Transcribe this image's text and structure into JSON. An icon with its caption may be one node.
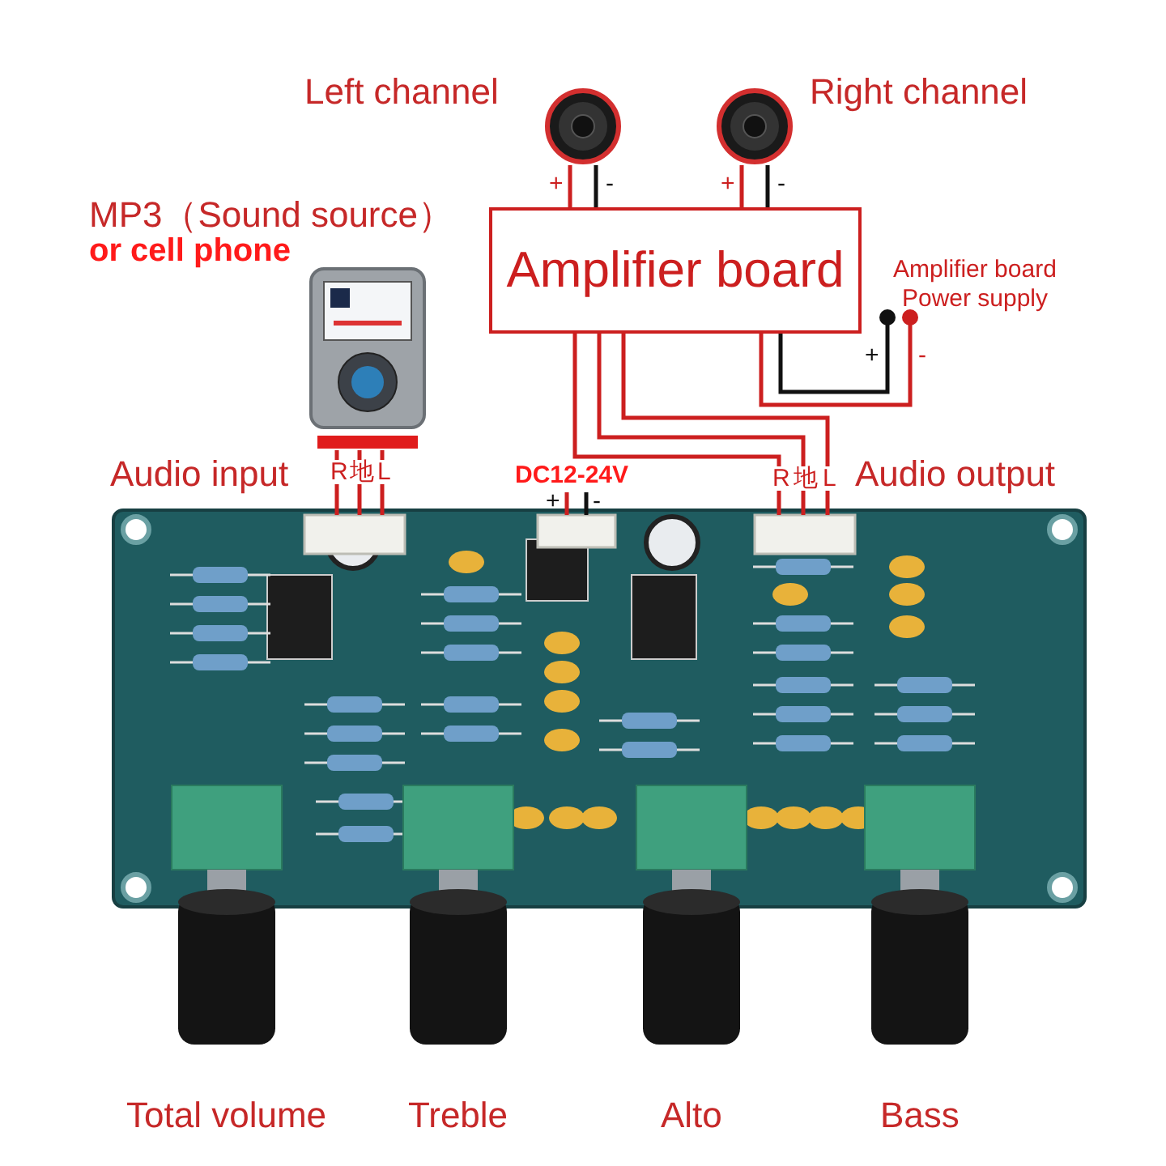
{
  "diagram": {
    "nodes": [
      {
        "text": [],
        "shape": "picture",
        "beside": [
          "Left channel"
        ]
      },
      {
        "text": [],
        "shape": "picture",
        "beside": [
          "Right channel"
        ]
      },
      {
        "text": [
          "Amplifier board"
        ]
      },
      {
        "text": [
          "Amplifier board Power supply"
        ]
      },
      {
        "text": [],
        "shape": "picture",
        "beside": [
          "MP3（Sound source）",
          "or cell phone"
        ]
      },
      {
        "text": [],
        "shape": "picture"
      },
      {
        "text": [],
        "shape": "box",
        "beside": [
          "Audio input"
        ],
        "in": 5
      },
      {
        "text": [],
        "shape": "box",
        "beside": [
          "DC12-24V",
          "+",
          "-"
        ],
        "in": 5
      },
      {
        "text": [],
        "shape": "box",
        "beside": [
          "Audio output"
        ],
        "in": 5
      }
    ],
    "edges": [
      {
        "from": 0,
        "to": 2,
        "arrow": "none",
        "label": "+"
      },
      {
        "from": 0,
        "to": 2,
        "arrow": "none",
        "label": "-",
        "color": "#111111"
      },
      {
        "from": 1,
        "to": 2,
        "arrow": "none",
        "label": "+"
      },
      {
        "from": 1,
        "to": 2,
        "arrow": "none",
        "label": "-",
        "color": "#111111"
      },
      {
        "from": 2,
        "to": 3,
        "arrow": "other",
        "label": "+",
        "color": "#111111"
      },
      {
        "from": 2,
        "to": 3,
        "arrow": "other",
        "label": "-"
      },
      {
        "from": 4,
        "to": 6,
        "arrow": "none",
        "label": "R"
      },
      {
        "from": 4,
        "to": 6,
        "arrow": "none",
        "label": "地"
      },
      {
        "from": 4,
        "to": 6,
        "arrow": "none",
        "label": "L"
      },
      {
        "from": 2,
        "to": 8,
        "arrow": "none",
        "label": "R"
      },
      {
        "from": 2,
        "to": 8,
        "arrow": "none",
        "label": "地"
      },
      {
        "from": 2,
        "to": 8,
        "arrow": "none",
        "label": "L"
      }
    ],
    "labels": [
      "Total volume",
      "Treble",
      "Alto",
      "Bass"
    ]
  }
}
